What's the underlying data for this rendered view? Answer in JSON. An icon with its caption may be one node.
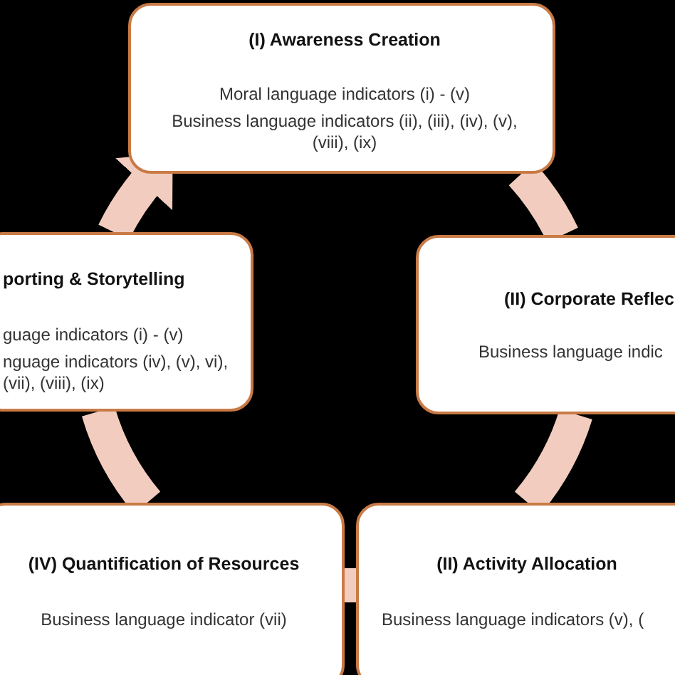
{
  "diagram": {
    "nodes": [
      {
        "text": [
          "(I) Awareness Creation",
          "Moral language indicators (i) - (v)",
          "Business language indicators (ii), (iii), (iv), (v), (viii), (ix)"
        ]
      },
      {
        "text": [
          "(II) Corporate Reflec",
          "Business language indic"
        ]
      },
      {
        "text": [
          "(II) Activity Allocation",
          "Business language indicators (v), ("
        ]
      },
      {
        "text": [
          "(IV) Quantification of Resources",
          "Business language indicator (vii)"
        ]
      },
      {
        "text": [
          "porting & Storytelling",
          "guage indicators (i) - (v)",
          "nguage indicators (iv), (v), vi), (vii), (viii), (ix)"
        ]
      }
    ],
    "edges": [
      {
        "from": 4,
        "to": 0,
        "arrow": "to"
      },
      {
        "from": 0,
        "to": 1,
        "arrow": "none"
      },
      {
        "from": 1,
        "to": 2,
        "arrow": "none"
      },
      {
        "from": 2,
        "to": 3,
        "arrow": "none"
      },
      {
        "from": 3,
        "to": 4,
        "arrow": "none"
      }
    ]
  }
}
